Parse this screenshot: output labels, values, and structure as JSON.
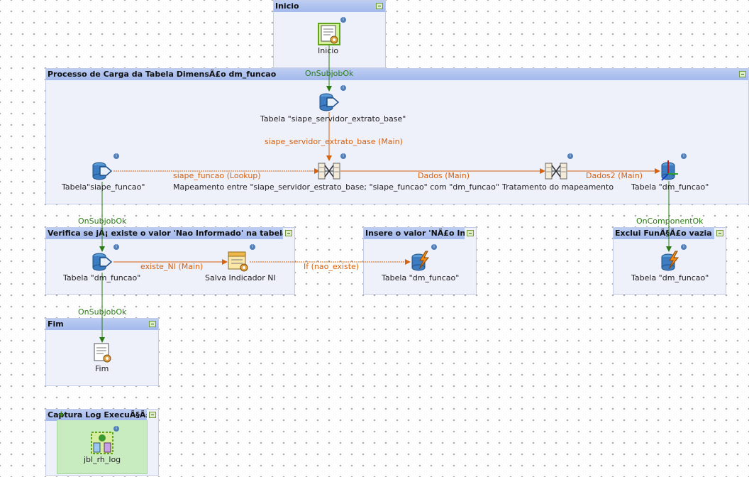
{
  "subjobs": {
    "inicio": {
      "title": "Inicio"
    },
    "processo": {
      "title": "Processo de Carga da Tabela DimensÃ£o dm_funcao"
    },
    "verifica": {
      "title": "Verifica se jÃ¡ existe o valor 'Nao Informado' na tabela dm..."
    },
    "insere": {
      "title": "Insere o valor 'NÃ£o In..."
    },
    "exclui": {
      "title": "Exclui FunÃ§Ã£o vazia"
    },
    "fim": {
      "title": "Fim"
    },
    "captura": {
      "title": "Captura Log ExecuÃ§Ã£o"
    }
  },
  "components": {
    "inicio": {
      "label": "Inicio",
      "icon": "prejob-document-icon"
    },
    "tabela_servidor": {
      "label": "Tabela \"siape_servidor_extrato_base\"",
      "icon": "db-input-icon"
    },
    "tabela_siape_funcao": {
      "label": "Tabela\"siape_funcao\"",
      "icon": "db-input-icon"
    },
    "mapeamento": {
      "label": "Mapeamento entre \"siape_servidor_estrato_base; \"siape_funcao\" com \"dm_funcao\"",
      "icon": "tmap-icon"
    },
    "tratamento": {
      "label": "Tratamento do mapeamento",
      "icon": "tmap-icon"
    },
    "tabela_dm_funcao_out": {
      "label": "Tabela \"dm_funcao\"",
      "icon": "db-output-icon"
    },
    "tabela_dm_funcao_in": {
      "label": "Tabela \"dm_funcao\"",
      "icon": "db-input-icon"
    },
    "salva_indicador": {
      "label": "Salva Indicador NI",
      "icon": "set-global-var-icon"
    },
    "tabela_dm_funcao_insere": {
      "label": "Tabela \"dm_funcao\"",
      "icon": "db-row-icon"
    },
    "tabela_dm_funcao_exclui": {
      "label": "Tabela \"dm_funcao\"",
      "icon": "db-row-icon"
    },
    "fim": {
      "label": "Fim",
      "icon": "postjob-document-icon"
    },
    "jbl_rh_log": {
      "label": "jbl_rh_log",
      "icon": "log-catcher-icon"
    }
  },
  "links": {
    "onsubjobok_1": "OnSubjobOk",
    "servidor_main": "siape_servidor_extrato_base (Main)",
    "siape_lookup": "siape_funcao (Lookup)",
    "dados_main": "Dados (Main)",
    "dados2_main": "Dados2 (Main)",
    "onsubjobok_2": "OnSubjobOk",
    "oncomponentok": "OnComponentOk",
    "existe_ni": "existe_NI (Main)",
    "if_nao_existe": "If (nao_existe)",
    "onsubjobok_3": "OnSubjobOk"
  },
  "colors": {
    "trigger_link": "#2a7a14",
    "data_link": "#d6610f",
    "subjob_bg": "#eef0fa",
    "subjob_title": "#a9bdee"
  }
}
